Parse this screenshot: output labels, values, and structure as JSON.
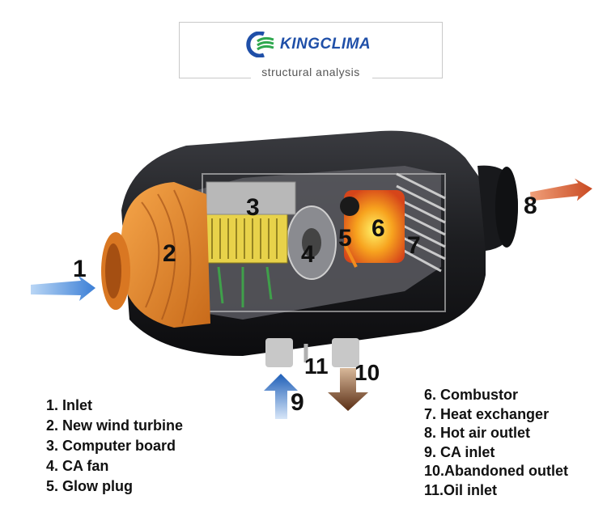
{
  "header": {
    "brand": "KINGCLIMA",
    "subtitle": "structural analysis",
    "brand_color": "#1f4fa8",
    "brand_accent": "#2fa84f"
  },
  "callouts": [
    "1",
    "2",
    "3",
    "4",
    "5",
    "6",
    "7",
    "8",
    "9",
    "10",
    "11"
  ],
  "legend_left": [
    "1. Inlet",
    "2. New wind turbine",
    "3. Computer board",
    "4. CA fan",
    "5. Glow plug"
  ],
  "legend_right": [
    "6. Combustor",
    "7. Heat exchanger",
    "8. Hot air outlet",
    "9. CA inlet",
    "10.Abandoned outlet",
    "11.Oil inlet"
  ],
  "colors": {
    "housing": "#1c1d20",
    "turbine": "#e8862a",
    "board": "#e8d24a",
    "flame": "#f29a1e",
    "inlet_arrow": "#3c7fd6",
    "outlet_arrow": "#d9562a",
    "exhaust_arrow": "#6b3a1c"
  }
}
